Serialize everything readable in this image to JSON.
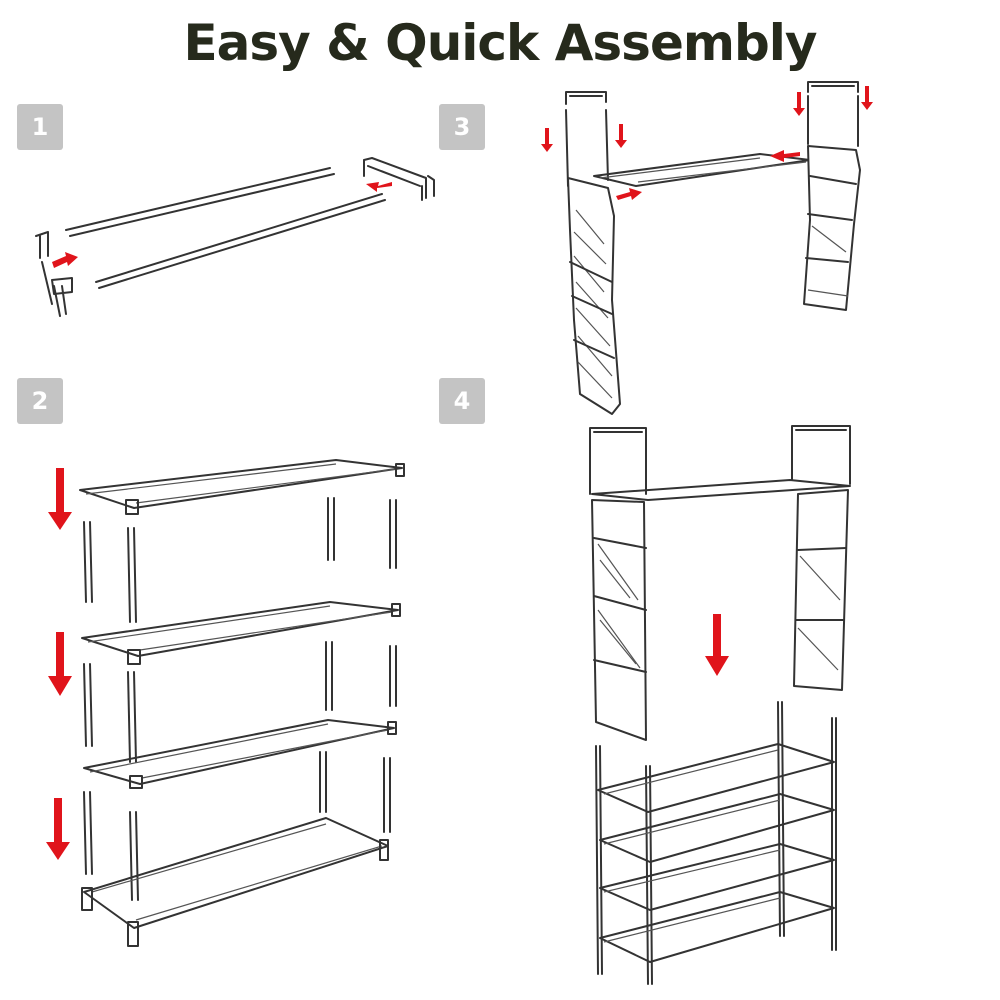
{
  "header": {
    "title": "Easy & Quick Assembly"
  },
  "steps": [
    {
      "number": "1"
    },
    {
      "number": "2"
    },
    {
      "number": "3"
    },
    {
      "number": "4"
    }
  ],
  "colors": {
    "title": "#262a1c",
    "badge": "#c4c4c4",
    "arrow": "#e0141b",
    "line": "#333333"
  },
  "icons": [
    "arrow-right-icon",
    "arrow-left-icon",
    "arrow-down-icon"
  ]
}
